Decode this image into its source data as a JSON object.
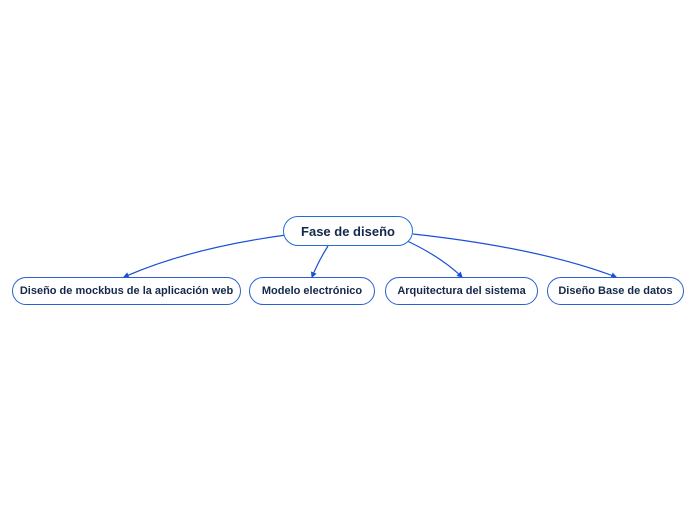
{
  "diagram": {
    "type": "mind-map",
    "line_color": "#1a50d8",
    "root": {
      "label": "Fase de diseño"
    },
    "children": [
      {
        "label": "Diseño de mockbus de la aplicación web"
      },
      {
        "label": "Modelo electrónico"
      },
      {
        "label": "Arquitectura del sistema"
      },
      {
        "label": "Diseño Base de datos"
      }
    ],
    "edges": [
      {
        "from": "root",
        "to": "child-1"
      },
      {
        "from": "root",
        "to": "child-2"
      },
      {
        "from": "root",
        "to": "child-3"
      },
      {
        "from": "root",
        "to": "child-4"
      }
    ]
  }
}
